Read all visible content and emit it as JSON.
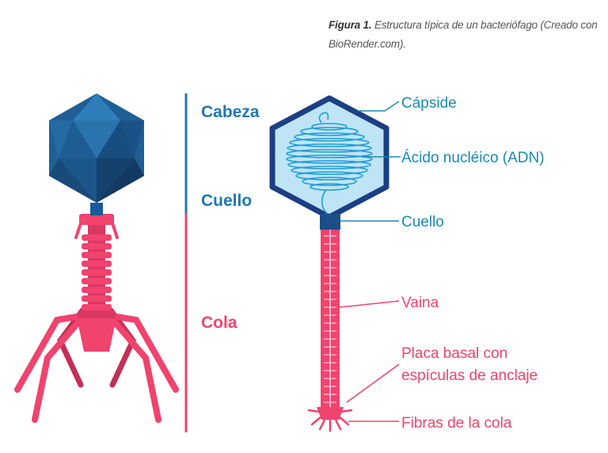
{
  "caption": {
    "prefix": "Figura 1.",
    "text": "Estructura típica de un bacteriófago (Creado con BioRender.com)."
  },
  "left_labels": {
    "head": "Cabeza",
    "neck": "Cuello",
    "tail": "Cola"
  },
  "right_labels": {
    "capsid": "Cápside",
    "nucleic_acid": "Ácido nucléico (ADN)",
    "neck": "Cuello",
    "sheath": "Vaina",
    "baseplate_line1": "Placa basal con",
    "baseplate_line2": "espículas de anclaje",
    "tail_fibers": "Fibras de la cola"
  },
  "colors": {
    "head_blue": "#1f5f96",
    "dark_blue": "#1a3f84",
    "label_blue": "#1a8ab3",
    "bar_blue": "#1f77b4",
    "tail_pink": "#f0436e",
    "tail_dark": "#c42f55",
    "capsid_fill": "#bfe4f5",
    "dna_blue": "#1f9ed8"
  }
}
